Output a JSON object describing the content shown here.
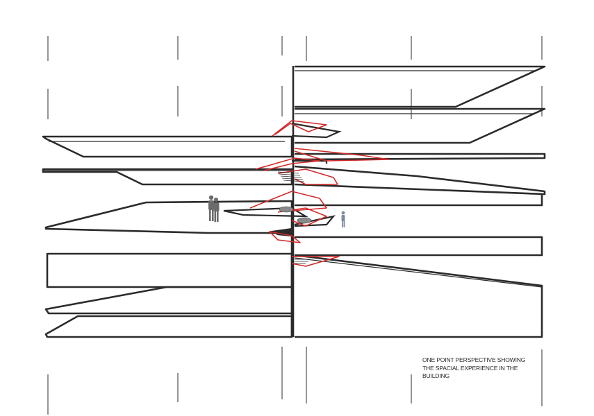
{
  "caption": {
    "lines": [
      "ONE POINT PERSPECTIVE SHOWING",
      "THE SPACIAL EXPERIENCE IN THE",
      "BUILDING"
    ]
  },
  "colors": {
    "ink": "#2b2b2b",
    "stair_red": "#d42a2a",
    "figure": "#6b6b6b",
    "figure_far": "#7d8aa3",
    "background": "#ffffff"
  }
}
